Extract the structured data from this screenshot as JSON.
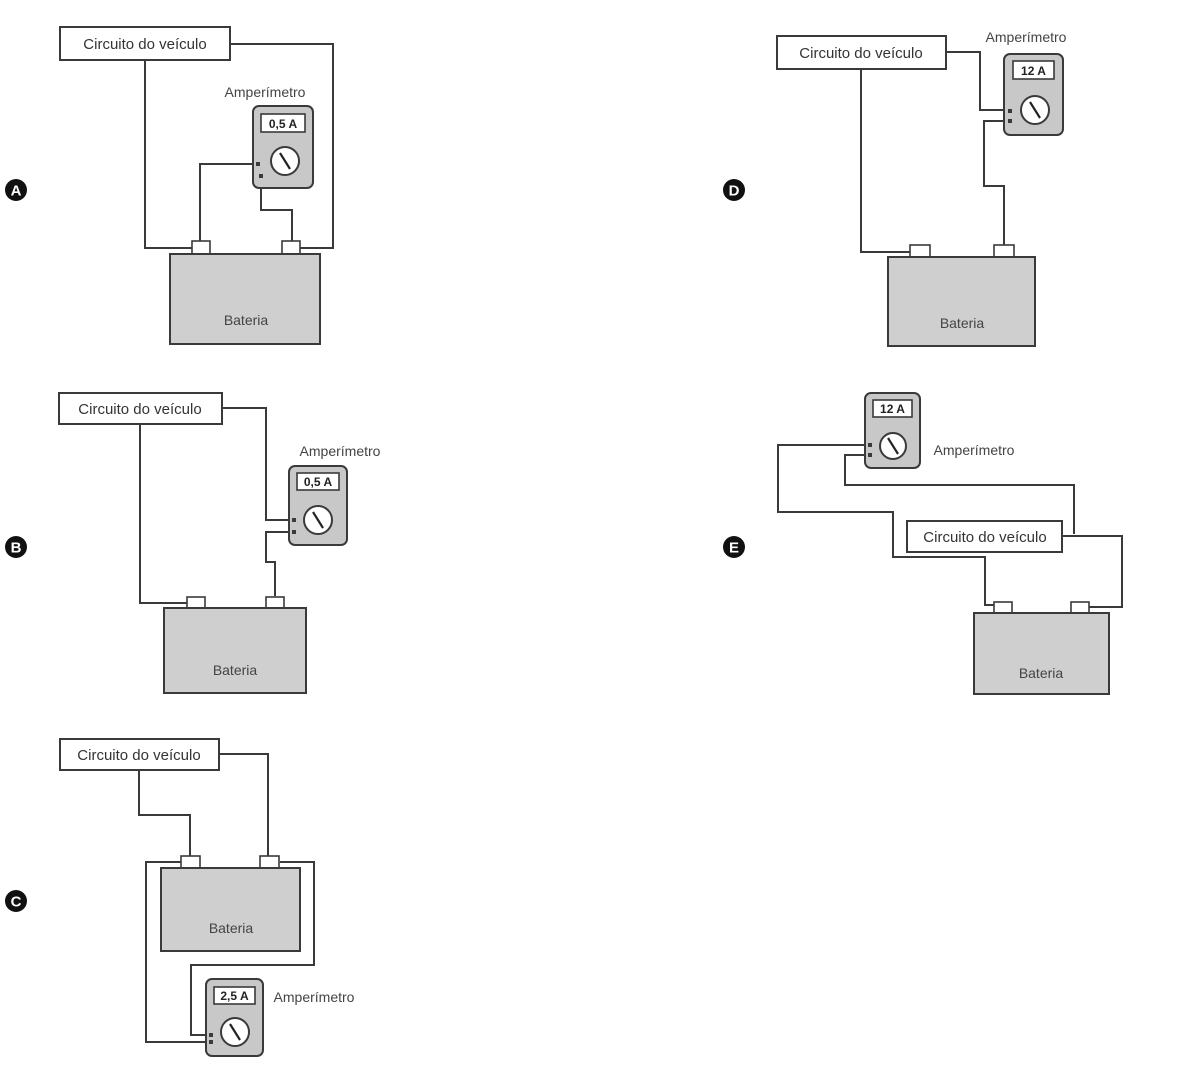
{
  "labels": {
    "circuit": "Circuito do veículo",
    "ammeter": "Amperímetro",
    "battery": "Bateria"
  },
  "options": [
    {
      "letter": "A",
      "reading": "0,5 A"
    },
    {
      "letter": "B",
      "reading": "0,5 A"
    },
    {
      "letter": "C",
      "reading": "2,5 A"
    },
    {
      "letter": "D",
      "reading": "12 A"
    },
    {
      "letter": "E",
      "reading": "12 A"
    }
  ],
  "colors": {
    "wire": "#3a3a3a",
    "battery_fill": "#cfcfcf",
    "meter_fill": "#c8c8c8"
  }
}
